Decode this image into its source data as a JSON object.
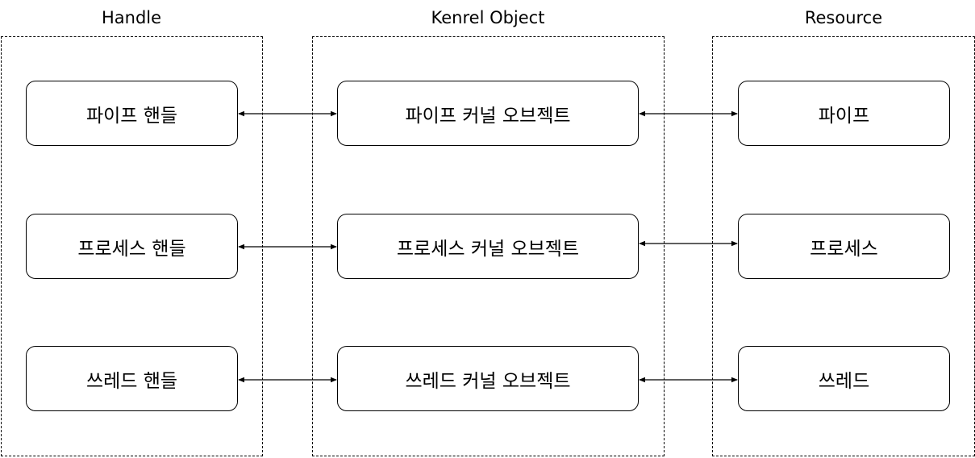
{
  "groups": {
    "handle": {
      "title": "Handle",
      "items": [
        "파이프 핸들",
        "프로세스 핸들",
        "쓰레드 핸들"
      ]
    },
    "kernel": {
      "title": "Kenrel Object",
      "items": [
        "파이프 커널 오브젝트",
        "프로세스 커널 오브젝트",
        "쓰레드 커널 오브젝트"
      ]
    },
    "resource": {
      "title": "Resource",
      "items": [
        "파이프",
        "프로세스",
        "쓰레드"
      ]
    }
  },
  "colors": {
    "stroke": "#000000",
    "background": "#ffffff"
  }
}
